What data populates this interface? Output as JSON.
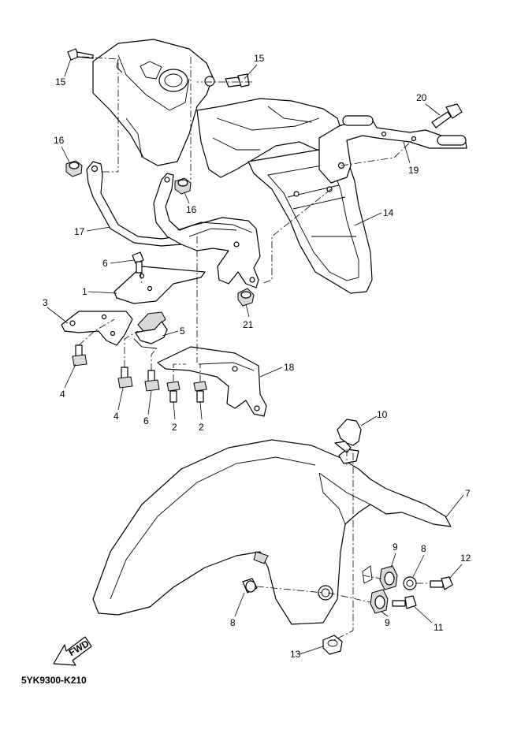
{
  "catalog_code": "5YK9300-K210",
  "fwd_label": "FWD",
  "callouts": [
    {
      "id": "c15a",
      "text": "15"
    },
    {
      "id": "c15b",
      "text": "15"
    },
    {
      "id": "c16a",
      "text": "16"
    },
    {
      "id": "c16b",
      "text": "16"
    },
    {
      "id": "c17",
      "text": "17"
    },
    {
      "id": "c20",
      "text": "20"
    },
    {
      "id": "c19",
      "text": "19"
    },
    {
      "id": "c14",
      "text": "14"
    },
    {
      "id": "c6a",
      "text": "6"
    },
    {
      "id": "c1",
      "text": "1"
    },
    {
      "id": "c3",
      "text": "3"
    },
    {
      "id": "c5",
      "text": "5"
    },
    {
      "id": "c21",
      "text": "21"
    },
    {
      "id": "c18",
      "text": "18"
    },
    {
      "id": "c4a",
      "text": "4"
    },
    {
      "id": "c4b",
      "text": "4"
    },
    {
      "id": "c6b",
      "text": "6"
    },
    {
      "id": "c2a",
      "text": "2"
    },
    {
      "id": "c2b",
      "text": "2"
    },
    {
      "id": "c10",
      "text": "10"
    },
    {
      "id": "c7",
      "text": "7"
    },
    {
      "id": "c9a",
      "text": "9"
    },
    {
      "id": "c8a",
      "text": "8"
    },
    {
      "id": "c12",
      "text": "12"
    },
    {
      "id": "c8b",
      "text": "8"
    },
    {
      "id": "c9b",
      "text": "9"
    },
    {
      "id": "c11",
      "text": "11"
    },
    {
      "id": "c13",
      "text": "13"
    }
  ]
}
